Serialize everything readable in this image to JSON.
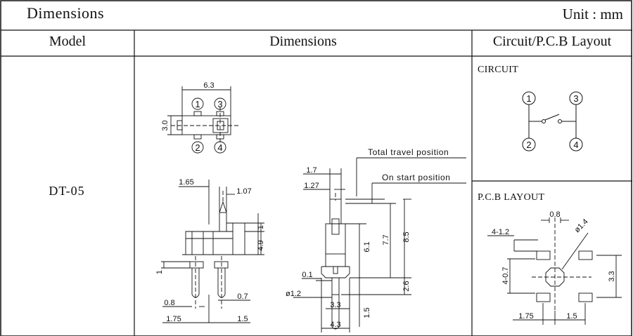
{
  "header": {
    "title": "Dimensions",
    "unit": "Unit : mm"
  },
  "columns": {
    "model": "Model",
    "dimensions": "Dimensions",
    "circuit_pcb": "Circuit/P.C.B Layout"
  },
  "model_value": "DT-05",
  "circuit": {
    "label": "CIRCUIT",
    "pins": [
      "1",
      "2",
      "3",
      "4"
    ]
  },
  "pcb": {
    "label": "P.C.B LAYOUT",
    "dims": [
      "0.8",
      "ø1.4",
      "4-1.2",
      "4-0.7",
      "3.3",
      "1.75",
      "1.5"
    ]
  },
  "top_view": {
    "dims": [
      "6.3",
      "3.0"
    ],
    "pins": [
      "1",
      "2",
      "3",
      "4"
    ]
  },
  "front_view": {
    "dims": [
      "1.65",
      "1.07",
      "1",
      "4.9",
      "1",
      "0.8",
      "0.7",
      "1.75",
      "1.5"
    ]
  },
  "side_view": {
    "dims": [
      "1.7",
      "1.27",
      "6.1",
      "7.7",
      "8.5",
      "2.6",
      "0.1",
      "ø1.2",
      "3.3",
      "1.5",
      "4.3"
    ],
    "labels": {
      "total_travel": "Total travel position",
      "on_start": "On start position"
    }
  }
}
